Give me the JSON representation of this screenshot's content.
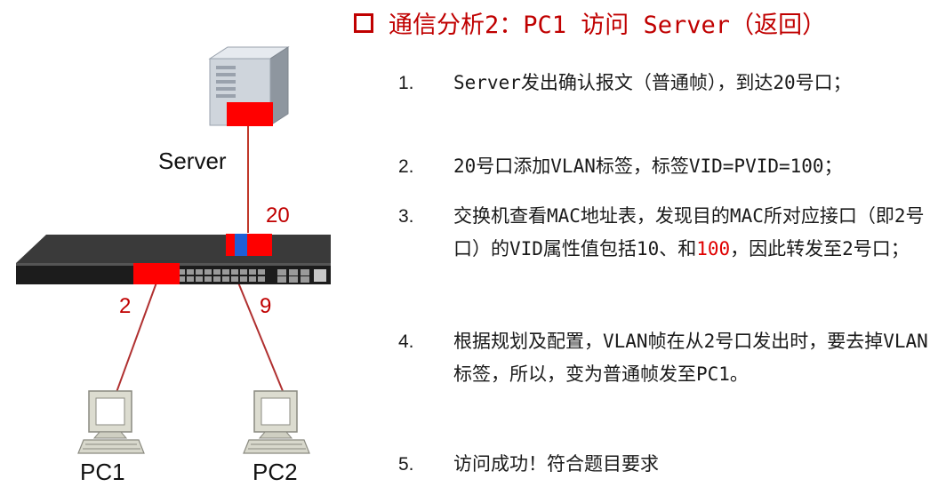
{
  "heading": "通信分析2：PC1 访问 Server（返回）",
  "steps": [
    {
      "num": "1.",
      "text": "Server发出确认报文（普通帧），到达20号口；"
    },
    {
      "num": "2.",
      "text": "20号口添加VLAN标签，标签VID=PVID=100；"
    },
    {
      "num": "3.",
      "text_before": "交换机查看MAC地址表，发现目的MAC所对应接口（即2号口）的VID属性值包括10、和",
      "text_highlight": "100",
      "text_after": "，因此转发至2号口；"
    },
    {
      "num": "4.",
      "text": "根据规划及配置，VLAN帧在从2号口发出时，要去掉VLAN标签，所以，变为普通帧发至PC1。"
    },
    {
      "num": "5.",
      "text": "访问成功！符合题目要求"
    }
  ],
  "devices": {
    "server": "Server",
    "pc1": "PC1",
    "pc2": "PC2"
  },
  "ports": {
    "p20": "20",
    "p2": "2",
    "p9": "9"
  },
  "colors": {
    "accent": "#c00000",
    "highlight": "#ff0000",
    "tag_blue": "#1f5fd6",
    "link": "#b03030"
  }
}
